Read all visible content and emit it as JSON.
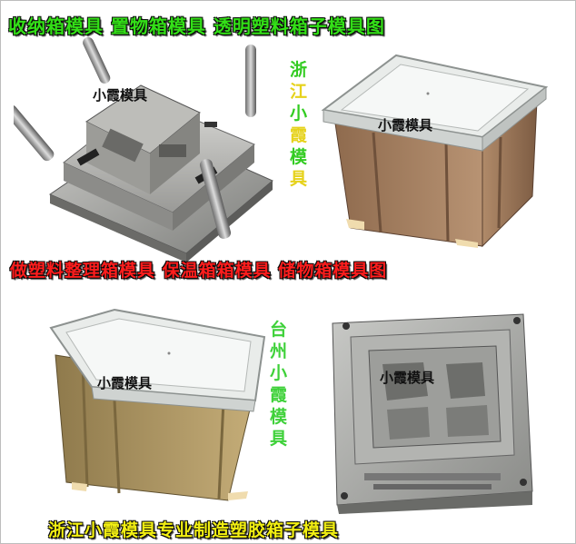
{
  "banners": {
    "top": "收纳箱模具 置物箱模具 透明塑料箱子模具图",
    "middle": "做塑料整理箱模具 保温箱箱模具 储物箱模具图",
    "bottom": "浙江小霞模具专业制造塑胶箱子模具"
  },
  "vertical_text_1": [
    "浙",
    "江",
    "小",
    "霞",
    "模",
    "具"
  ],
  "vertical_text_2": [
    "台",
    "州",
    "小",
    "霞",
    "模",
    "具"
  ],
  "watermarks": {
    "mold_top_left": "小霞模具",
    "box_top_right": "小霞模具",
    "box_bottom_left": "小霞模具",
    "mold_bottom_right": "小霞模具"
  },
  "colors": {
    "banner_green": "#33e017",
    "banner_red": "#ff1d1d",
    "banner_yellow": "#f2ef12",
    "box_brown": "#a8805e",
    "box_olive": "#b8a06a",
    "mold_gray": "#a9aaa8"
  }
}
